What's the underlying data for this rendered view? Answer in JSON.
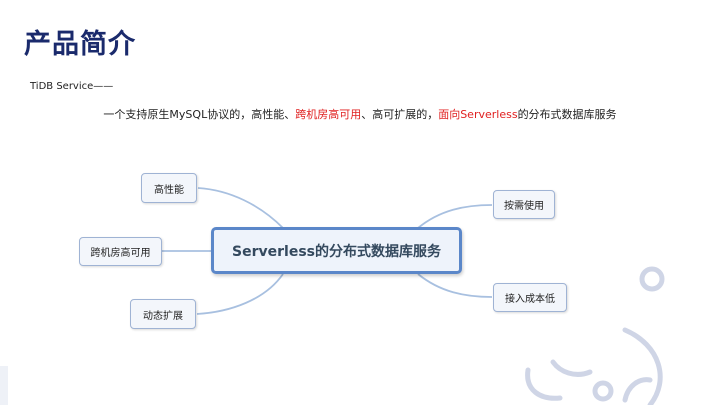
{
  "slide": {
    "title": "产品简介",
    "subtitle": "TiDB Service——",
    "description": {
      "part1": "一个支持原生MySQL协议的，高性能、",
      "highlight1": "跨机房高可用",
      "part2": "、高可扩展的，",
      "highlight2": "面向Serverless",
      "part3": "的分布式数据库服务"
    },
    "highlight_color": "#e02020",
    "title_color": "#1a2a6c"
  },
  "mindmap": {
    "center": "Serverless的分布式数据库服务",
    "left_nodes": [
      {
        "label": "高性能"
      },
      {
        "label": "跨机房高可用"
      },
      {
        "label": "动态扩展"
      }
    ],
    "right_nodes": [
      {
        "label": "按需使用"
      },
      {
        "label": "接入成本低"
      }
    ]
  }
}
